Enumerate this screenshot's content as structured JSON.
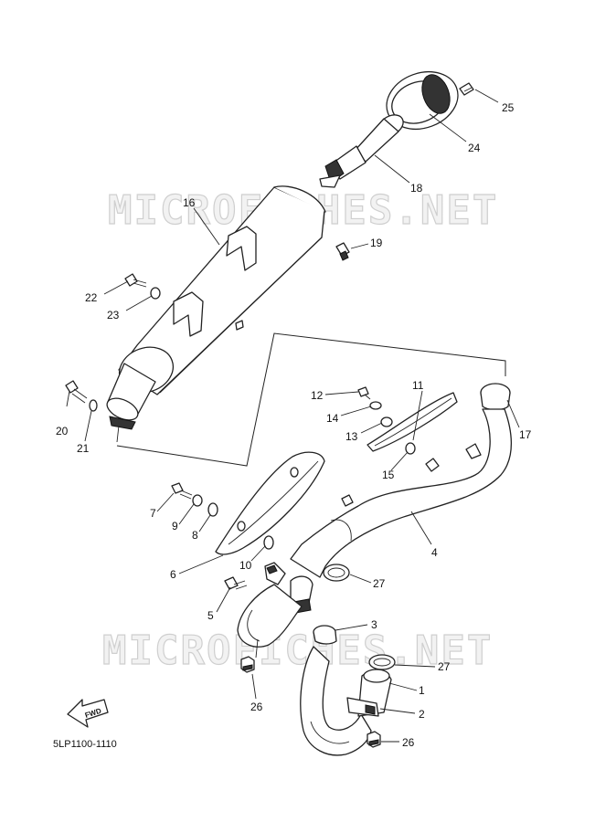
{
  "watermark": "MICROFICHES.NET",
  "diagram_code": "5LP1100-1110",
  "fwd_label": "FWD",
  "callouts": [
    {
      "id": "c1",
      "text": "1"
    },
    {
      "id": "c2",
      "text": "2"
    },
    {
      "id": "c3",
      "text": "3"
    },
    {
      "id": "c4",
      "text": "4"
    },
    {
      "id": "c5",
      "text": "5"
    },
    {
      "id": "c6",
      "text": "6"
    },
    {
      "id": "c7",
      "text": "7"
    },
    {
      "id": "c8",
      "text": "8"
    },
    {
      "id": "c9",
      "text": "9"
    },
    {
      "id": "c10",
      "text": "10"
    },
    {
      "id": "c11",
      "text": "11"
    },
    {
      "id": "c12",
      "text": "12"
    },
    {
      "id": "c13",
      "text": "13"
    },
    {
      "id": "c14",
      "text": "14"
    },
    {
      "id": "c15",
      "text": "15"
    },
    {
      "id": "c16",
      "text": "16"
    },
    {
      "id": "c17",
      "text": "17"
    },
    {
      "id": "c18",
      "text": "18"
    },
    {
      "id": "c19",
      "text": "19"
    },
    {
      "id": "c20",
      "text": "20"
    },
    {
      "id": "c21",
      "text": "21"
    },
    {
      "id": "c22",
      "text": "22"
    },
    {
      "id": "c23",
      "text": "23"
    },
    {
      "id": "c24",
      "text": "24"
    },
    {
      "id": "c25",
      "text": "25"
    },
    {
      "id": "c26a",
      "text": "26"
    },
    {
      "id": "c26b",
      "text": "26"
    },
    {
      "id": "c27a",
      "text": "27"
    },
    {
      "id": "c27b",
      "text": "27"
    }
  ]
}
